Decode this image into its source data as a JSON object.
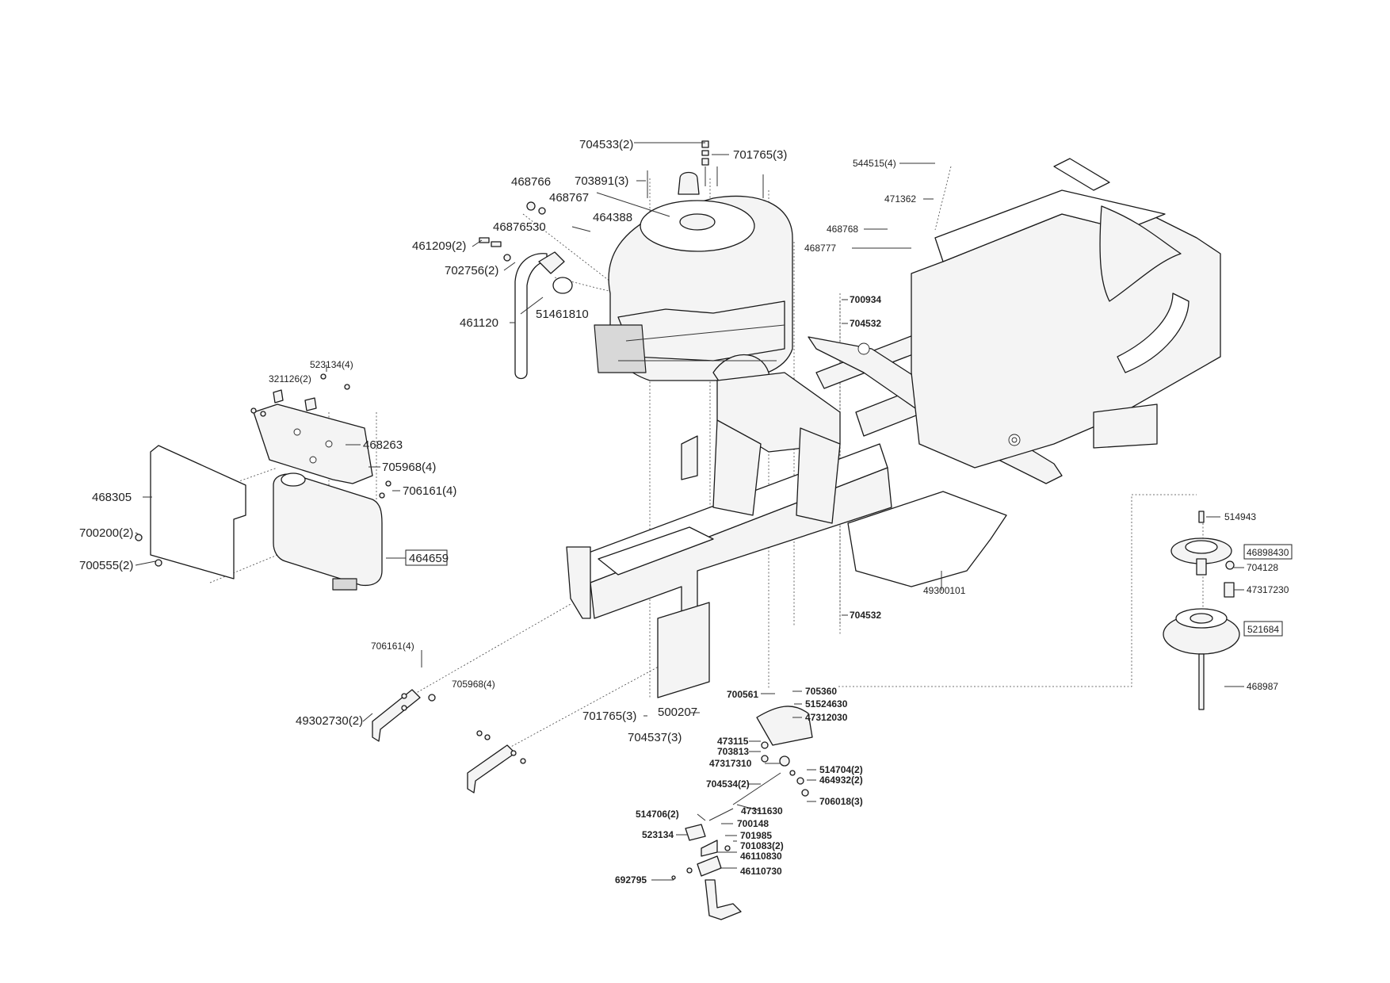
{
  "labels": {
    "p704533": "704533(2)",
    "p701765a": "701765(3)",
    "p703891": "703891(3)",
    "p468766": "468766",
    "p468767": "468767",
    "p464388": "464388",
    "p46876530": "46876530",
    "p461209": "461209(2)",
    "p702756": "702756(2)",
    "p51461810": "51461810",
    "p461120": "461120",
    "p544515": "544515(4)",
    "p471362": "471362",
    "p468768": "468768",
    "p468777": "468777",
    "p700934": "700934",
    "p704532a": "704532",
    "p523134a": "523134(4)",
    "p321126": "321126(2)",
    "p468263": "468263",
    "p705968a": "705968(4)",
    "p706161a": "706161(4)",
    "p468305": "468305",
    "p700200": "700200(2)",
    "p700555": "700555(2)",
    "p464659": "464659",
    "p49300101": "49300101",
    "p704532b": "704532",
    "p514943": "514943",
    "p46898430": "46898430",
    "p704128": "704128",
    "p47317230": "47317230",
    "p521684": "521684",
    "p468987": "468987",
    "p706161b": "706161(4)",
    "p705968b": "705968(4)",
    "p49302730": "49302730(2)",
    "p700561": "700561",
    "p705360": "705360",
    "p51524630": "51524630",
    "p47312030": "47312030",
    "p701765b": "701765(3)",
    "p500207": "500207",
    "p704537": "704537(3)",
    "p473115": "473115",
    "p703813": "703813",
    "p47317310": "47317310",
    "p514704": "514704(2)",
    "p704534": "704534(2)",
    "p464932": "464932(2)",
    "p706018": "706018(3)",
    "p514706": "514706(2)",
    "p47311630": "47311630",
    "p700148": "700148",
    "p523134b": "523134",
    "p701985": "701985",
    "p701083": "701083(2)",
    "p46110830": "46110830",
    "p46110730": "46110730",
    "p692795": "692795"
  }
}
